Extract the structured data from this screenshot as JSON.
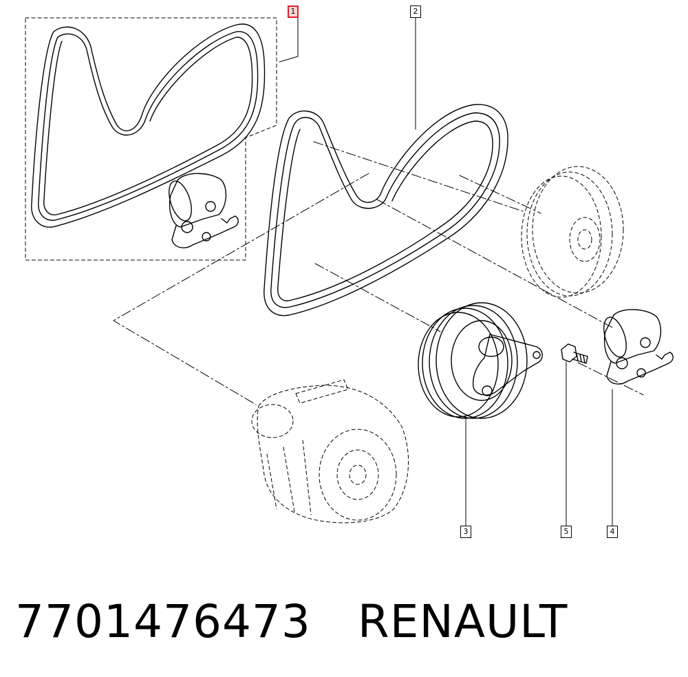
{
  "callouts": [
    {
      "label": "1",
      "highlighted": true
    },
    {
      "label": "2",
      "highlighted": false
    },
    {
      "label": "3",
      "highlighted": false
    },
    {
      "label": "5",
      "highlighted": false
    },
    {
      "label": "4",
      "highlighted": false
    }
  ],
  "caption": {
    "part_number": "7701476473",
    "brand": "RENAULT"
  },
  "colors": {
    "line": "#000000",
    "highlight_border": "#d9232e",
    "highlight_fill": "#f7d4d6",
    "background": "#ffffff"
  }
}
